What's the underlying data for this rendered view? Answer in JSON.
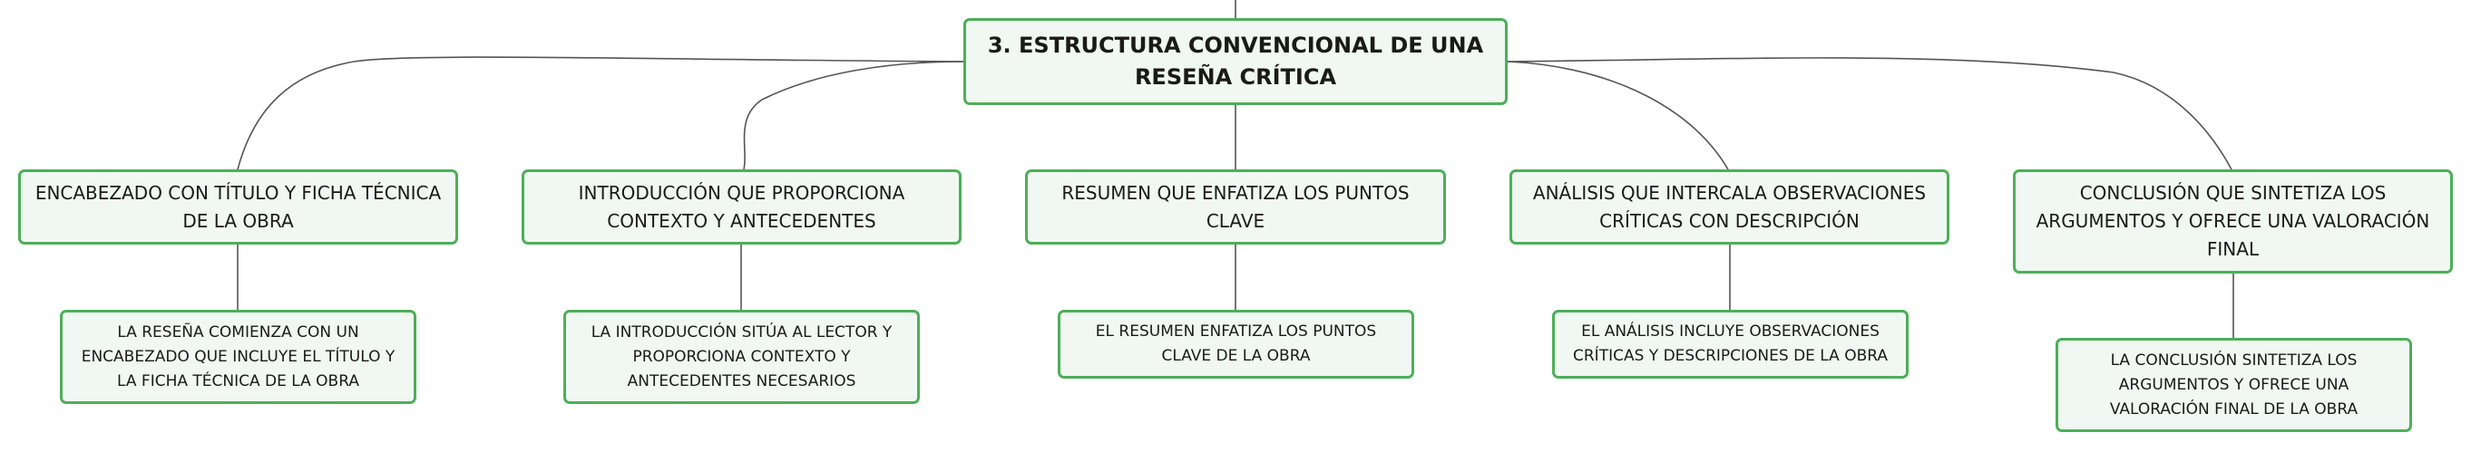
{
  "root": {
    "label": "3. ESTRUCTURA CONVENCIONAL DE UNA RESEÑA CRÍTICA"
  },
  "branches": [
    {
      "label": "ENCABEZADO CON TÍTULO Y FICHA TÉCNICA DE LA OBRA",
      "detail": "LA RESEÑA COMIENZA CON UN ENCABEZADO QUE INCLUYE EL TÍTULO Y LA FICHA TÉCNICA DE LA OBRA"
    },
    {
      "label": "INTRODUCCIÓN QUE PROPORCIONA CONTEXTO Y ANTECEDENTES",
      "detail": "LA INTRODUCCIÓN SITÚA AL LECTOR Y PROPORCIONA CONTEXTO Y ANTECEDENTES NECESARIOS"
    },
    {
      "label": "RESUMEN QUE ENFATIZA LOS PUNTOS CLAVE",
      "detail": "EL RESUMEN ENFATIZA LOS PUNTOS CLAVE DE LA OBRA"
    },
    {
      "label": "ANÁLISIS QUE INTERCALA OBSERVACIONES CRÍTICAS CON DESCRIPCIÓN",
      "detail": "EL ANÁLISIS INCLUYE OBSERVACIONES CRÍTICAS Y DESCRIPCIONES DE LA OBRA"
    },
    {
      "label": "CONCLUSIÓN QUE SINTETIZA LOS ARGUMENTOS Y OFRECE UNA VALORACIÓN FINAL",
      "detail": "LA CONCLUSIÓN SINTETIZA LOS ARGUMENTOS Y OFRECE UNA VALORACIÓN FINAL DE LA OBRA"
    }
  ],
  "colors": {
    "border": "#4caf58",
    "fill": "#f1f8f3",
    "line": "#555555"
  }
}
